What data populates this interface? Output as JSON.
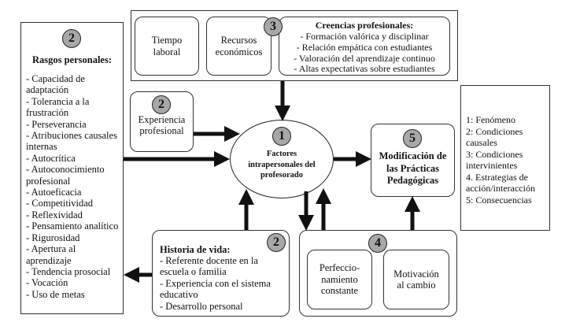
{
  "legend": {
    "items": [
      "1: Fenómeno",
      "2: Condiciones causales",
      "3: Condiciones intervinientes",
      "4. Estrategias de acción/interacción",
      "5: Consecuencias"
    ]
  },
  "rasgos": {
    "badge": "2",
    "title": "Rasgos personales:",
    "items": [
      "- Capacidad de adaptación",
      "- Tolerancia a la frustración",
      "- Perseverancia",
      "- Atribuciones causales internas",
      "- Autocrítica",
      "- Autoconocimiento profesional",
      "- Autoeficacia",
      "- Competitividad",
      "- Reflexividad",
      "- Pensamiento analítico",
      "- Rigurosidad",
      "- Apertura al aprendizaje",
      "- Tendencia prosocial",
      "- Vocación",
      "- Uso de metas"
    ]
  },
  "condiciones": {
    "badge": "3",
    "tiempo": "Tiempo laboral",
    "recursos": "Recursos económicos",
    "creencias_title": "Creencias profesionales:",
    "creencias_items": [
      "- Formación valórica y disciplinar",
      "- Relación empática con estudiantes",
      "- Valoración del aprendizaje continuo",
      "- Altas expectativas sobre estudiantes"
    ]
  },
  "experiencia": {
    "badge": "2",
    "label": "Experiencia profesional"
  },
  "fenomeno": {
    "badge": "1",
    "label": "Factores intrapersonales del profesorado"
  },
  "consecuencias": {
    "badge": "5",
    "label": "Modificación de las Prácticas Pedagógicas"
  },
  "historia": {
    "badge": "2",
    "title": "Historia de vida:",
    "items": [
      "- Referente docente en la escuela o familia",
      "- Experiencia con el sistema educativo",
      "- Desarrollo personal"
    ]
  },
  "estrategias": {
    "badge": "4",
    "perfeccionamiento": "Perfeccio- namiento constante",
    "motivacion": "Motivación al cambio"
  },
  "colors": {
    "badge_fill": "#a8a8a8",
    "stroke": "#111111"
  }
}
